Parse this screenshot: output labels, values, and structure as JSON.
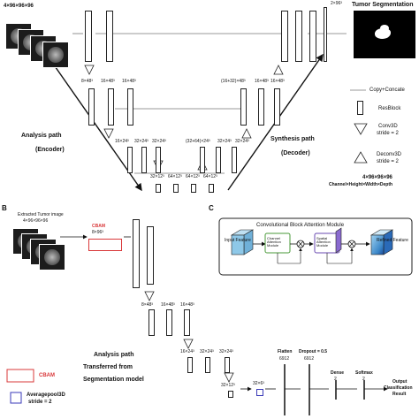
{
  "panel_a": {
    "input_dim": "4×96×96×96",
    "output_dim": "2×96³",
    "output_title": "Tumor Segmentation",
    "dims": {
      "enc1": "8×48³",
      "enc1b": "16×48³",
      "enc1c": "16×48³",
      "dec1": "(16+32)×48³",
      "dec1b": "16×48³",
      "dec1c": "16×48³",
      "enc2": "16×24³",
      "enc2b": "32×24³",
      "enc2c": "32×24³",
      "dec2": "(32+64)×24³",
      "dec2b": "32×24³",
      "dec2c": "32×24³",
      "bot1": "32×12³",
      "bot2": "64×12³",
      "bot3": "64×12³",
      "bot4": "64×12³"
    },
    "analysis_path": "Analysis path",
    "encoder": "(Encoder)",
    "synthesis_path": "Synthesis path",
    "decoder": "(Decoder)",
    "legend": {
      "copy_concate": "Copy+Concate",
      "resblock": "ResBlock",
      "conv3d": "Conv3D",
      "conv3d_stride": "stride = 2",
      "deconv3d": "Deconv3D",
      "deconv3d_stride": "stride = 2",
      "dims_note": "4×96×96×96",
      "dims_caption": "Channel×Height×Width×Depth"
    }
  },
  "panel_b": {
    "label": "B",
    "extracted": "Extracted Tumor image",
    "input_dim": "4×96×96×96",
    "cbam_dim": "8×96³",
    "cbam": "CBAM",
    "dims": {
      "d1": "8×48³",
      "d1b": "16×48³",
      "d1c": "16×48³",
      "d2": "16×24³",
      "d2b": "32×24³",
      "d2c": "32×24³",
      "d3": "32×12³",
      "d4": "32×6³"
    },
    "analysis_path": "Analysis path",
    "transferred": "Transferred from",
    "seg_model": "Segmentation model",
    "flatten": "Flatten",
    "flatten_n": "6912",
    "dropout": "Dropout = 0.5",
    "dropout_n": "6912",
    "dense": "Dense",
    "dense_n": "2",
    "softmax": "Softmax",
    "softmax_n": "2",
    "output": "Output",
    "classification": "Classification",
    "result": "Result",
    "legend_cbam": "CBAM",
    "legend_avgpool": "Averagepool3D",
    "legend_stride": "stride = 2"
  },
  "panel_c": {
    "label": "C",
    "title": "Convolutional Block Attention Module",
    "input_feature": "Input Feature",
    "channel_attention": "Channel Attention Module",
    "spatial_attention": "Spatial Attention Module",
    "refined_feature": "Refined Feature"
  },
  "colors": {
    "cbam_red": "#d9383a",
    "avgpool_blue": "#3a3ab8",
    "channel_green": "#4a9a3a",
    "spatial_purple": "#6a4ab0",
    "feature_blue": "#8ec8e8"
  }
}
